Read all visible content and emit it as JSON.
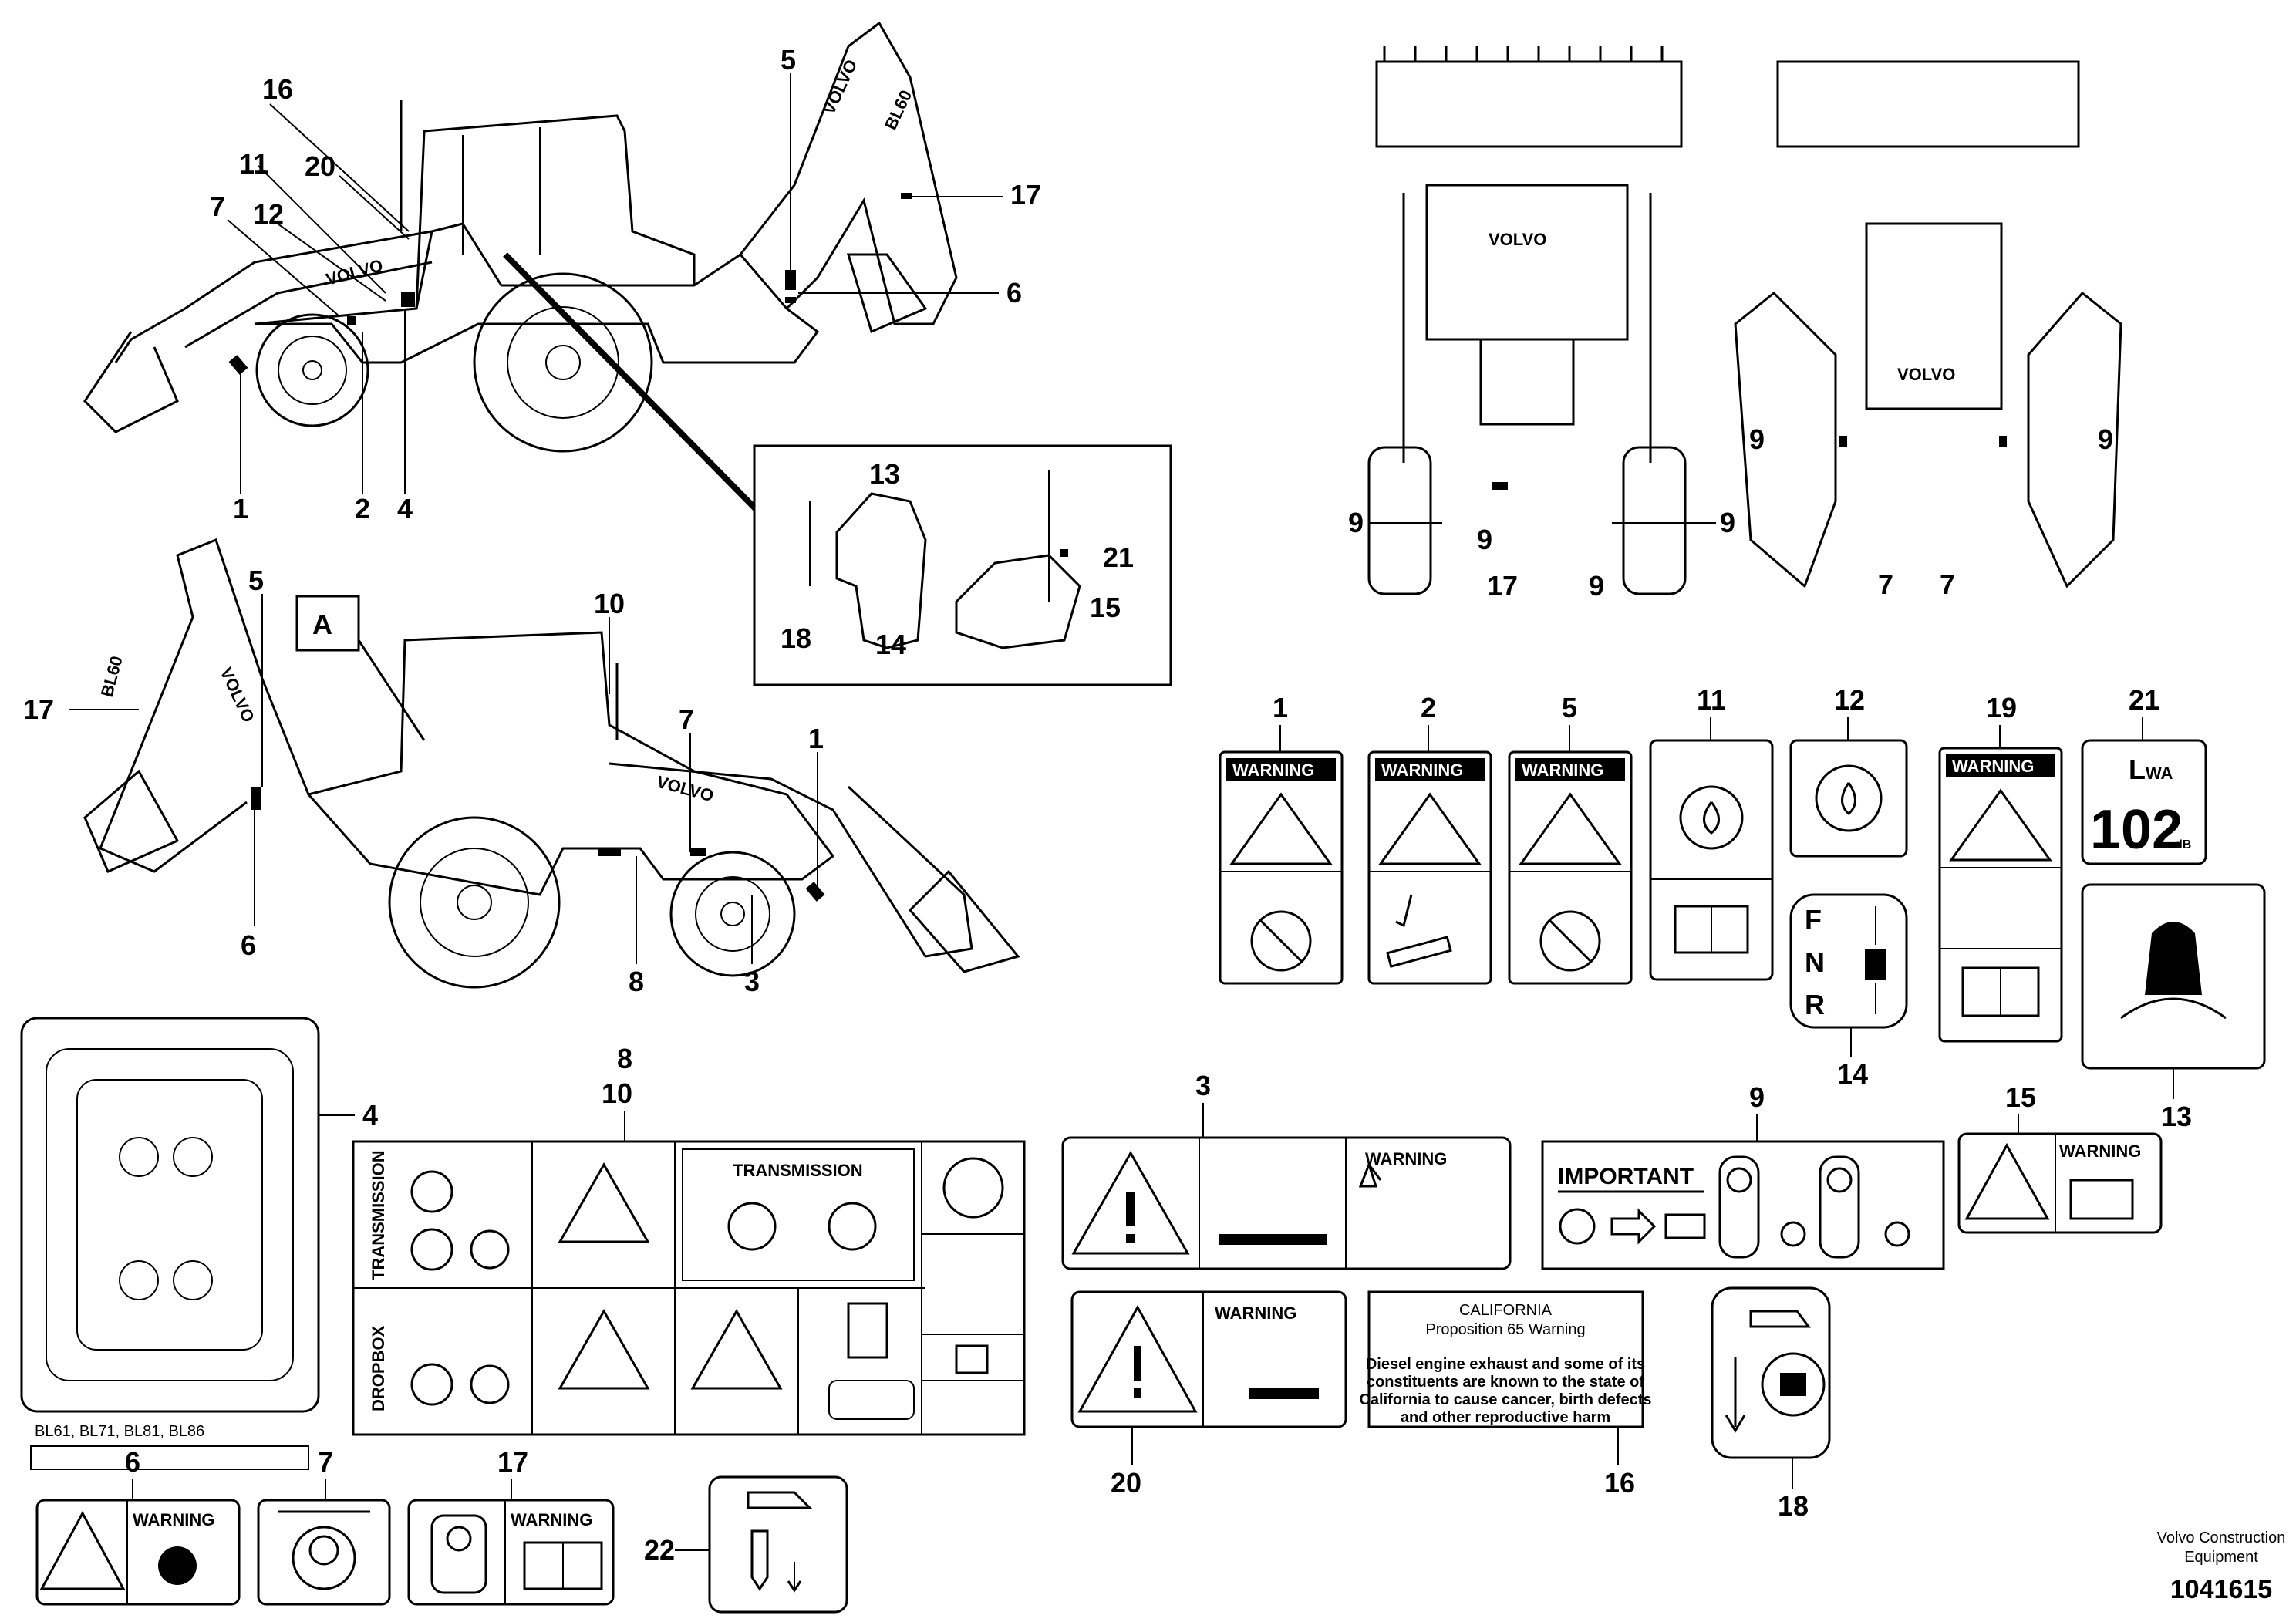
{
  "brand": "VOLVO",
  "model": "BL60",
  "detail_letter": "A",
  "decal_warning_word": "WARNING",
  "important_word": "IMPORTANT",
  "transmission_word": "TRANSMISSION",
  "dropbox_word": "DROPBOX",
  "lwa_word": "L",
  "lwa_sub": "WA",
  "lwa_value": "102",
  "lwa_unit": "dB",
  "fnr": [
    "F",
    "N",
    "R"
  ],
  "california": {
    "line1": "CALIFORNIA",
    "line2": "Proposition 65 Warning",
    "body": [
      "Diesel engine exhaust and some of its",
      "constituents are known to the state of",
      "California to cause cancer, birth defects",
      "and other reproductive harm"
    ]
  },
  "service_chart_models": "BL61, BL71, BL81, BL86",
  "side_view_top_callouts": [
    "16",
    "20",
    "11",
    "12",
    "7",
    "1",
    "2",
    "4",
    "5",
    "17",
    "6"
  ],
  "side_view_bottom_callouts": [
    "5",
    "17",
    "6",
    "10",
    "7",
    "1",
    "8",
    "3"
  ],
  "inset_callouts": [
    "13",
    "18",
    "14",
    "21",
    "15"
  ],
  "front_view_callouts": [
    "9",
    "9",
    "9",
    "17",
    "9"
  ],
  "rear_view_callouts": [
    "9",
    "9",
    "7",
    "7"
  ],
  "decal_numbers": [
    "1",
    "2",
    "5",
    "11",
    "12",
    "19",
    "21",
    "14",
    "13",
    "8",
    "10",
    "4",
    "3",
    "9",
    "15",
    "20",
    "16",
    "18",
    "6",
    "7",
    "17",
    "22"
  ],
  "publisher": {
    "line1": "Volvo Construction",
    "line2": "Equipment",
    "ref": "1041615"
  }
}
